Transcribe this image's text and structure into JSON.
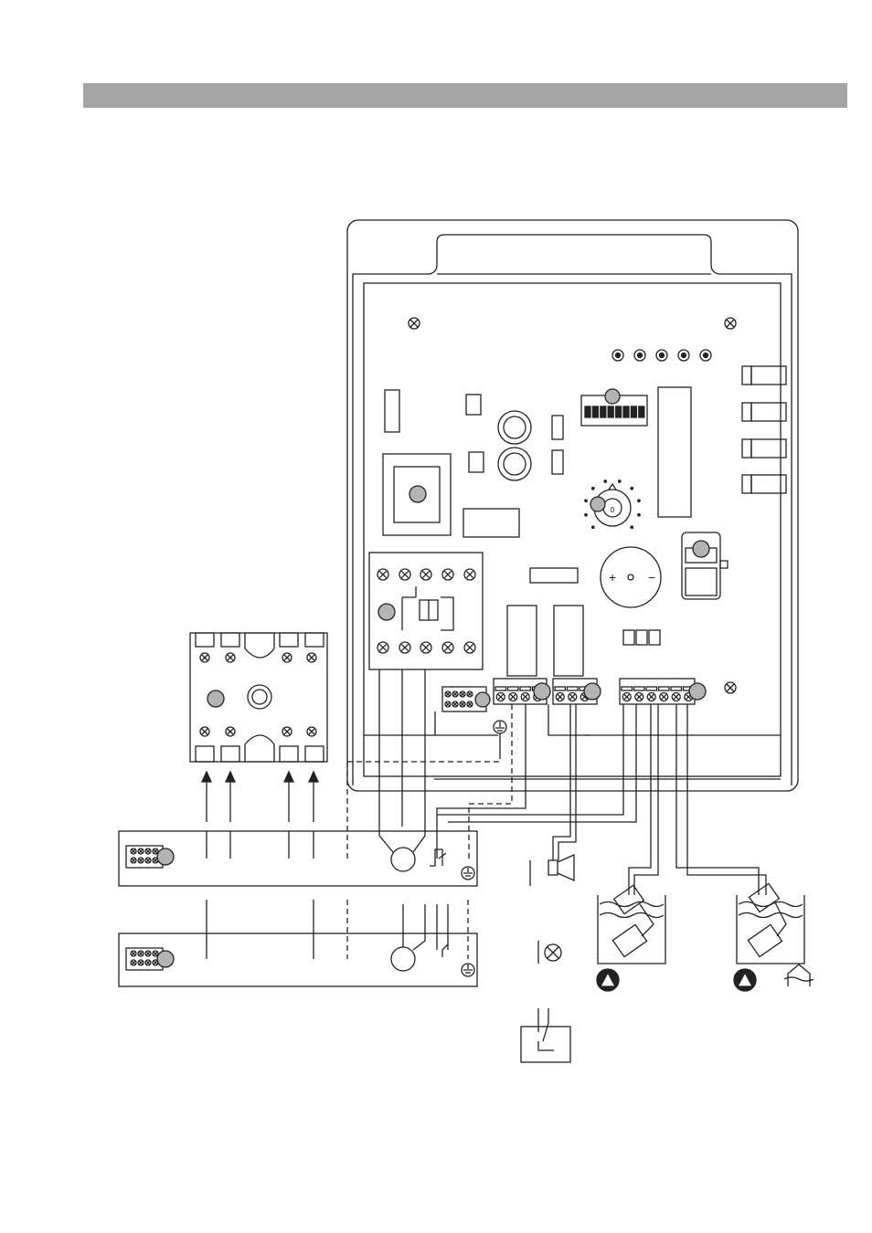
{
  "header": {
    "title": ""
  },
  "colors": {
    "header_bar": "#a5a5a5",
    "line": "#222222",
    "callout_fill": "#b4b4b4"
  },
  "panel": {
    "leds": [
      {
        "label": ""
      },
      {
        "label": ""
      },
      {
        "label": ""
      },
      {
        "label": ""
      },
      {
        "label": ""
      }
    ],
    "dip_switch_positions": 8,
    "buzzer": {
      "plus": "+",
      "minus": "−"
    },
    "potentiometer": {
      "value": "0"
    }
  },
  "symbols": {
    "components": [
      "ground-terminal",
      "motor-symbol",
      "thermal-contact",
      "horn-symbol",
      "lamp-symbol",
      "switch-contact",
      "float-switch",
      "pump-symbol",
      "flood-alarm-symbol"
    ]
  }
}
